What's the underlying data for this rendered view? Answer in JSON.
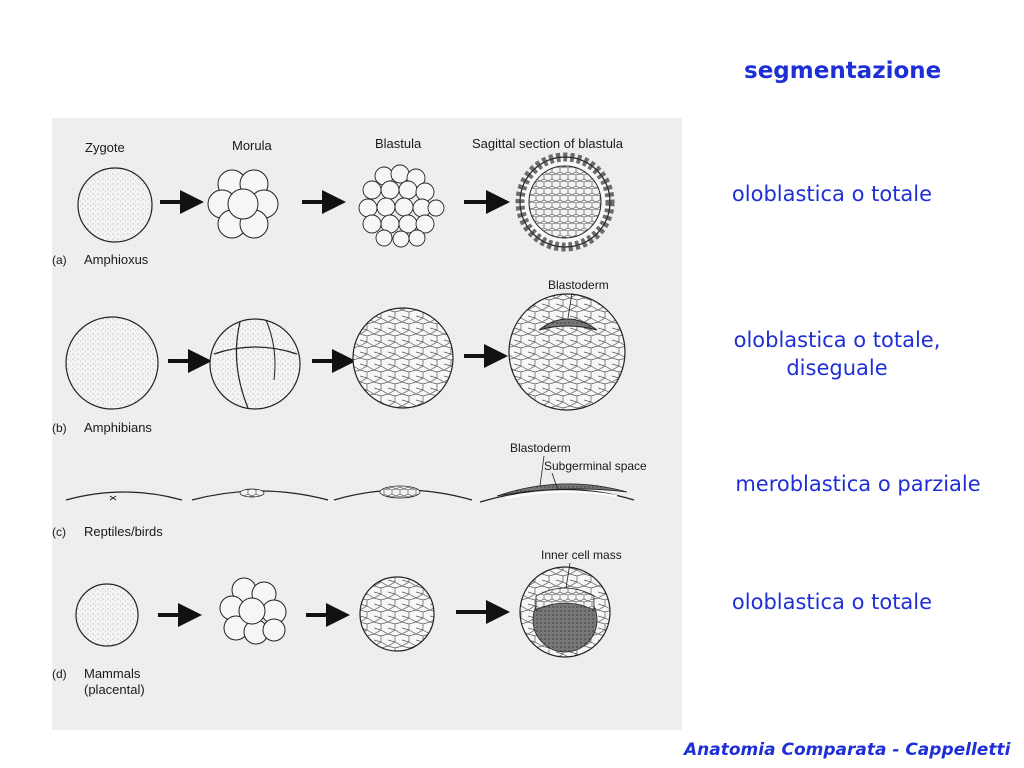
{
  "slide": {
    "title": "segmentazione",
    "descriptions": [
      {
        "line1": "oloblastica o totale",
        "line2": ""
      },
      {
        "line1": "oloblastica o totale,",
        "line2": "diseguale"
      },
      {
        "line1": "meroblastica o parziale",
        "line2": ""
      },
      {
        "line1": "oloblastica o totale",
        "line2": ""
      }
    ],
    "footer": "Anatomia Comparata - Cappelletti"
  },
  "figure": {
    "columns": [
      "Zygote",
      "Morula",
      "Blastula",
      "Sagittal section of blastula"
    ],
    "rows": [
      {
        "label": "(a)",
        "name": "Amphioxus"
      },
      {
        "label": "(b)",
        "name": "Amphibians",
        "callout": "Blastoderm"
      },
      {
        "label": "(c)",
        "name": "Reptiles/birds",
        "callout": "Blastoderm",
        "callout2": "Subgerminal space"
      },
      {
        "label": "(d)",
        "name": "Mammals",
        "name2": "(placental)",
        "callout": "Inner cell mass"
      }
    ]
  },
  "colors": {
    "accent": "#1f2fd6",
    "paper": "#ededed",
    "ink": "#1a1a1a"
  }
}
